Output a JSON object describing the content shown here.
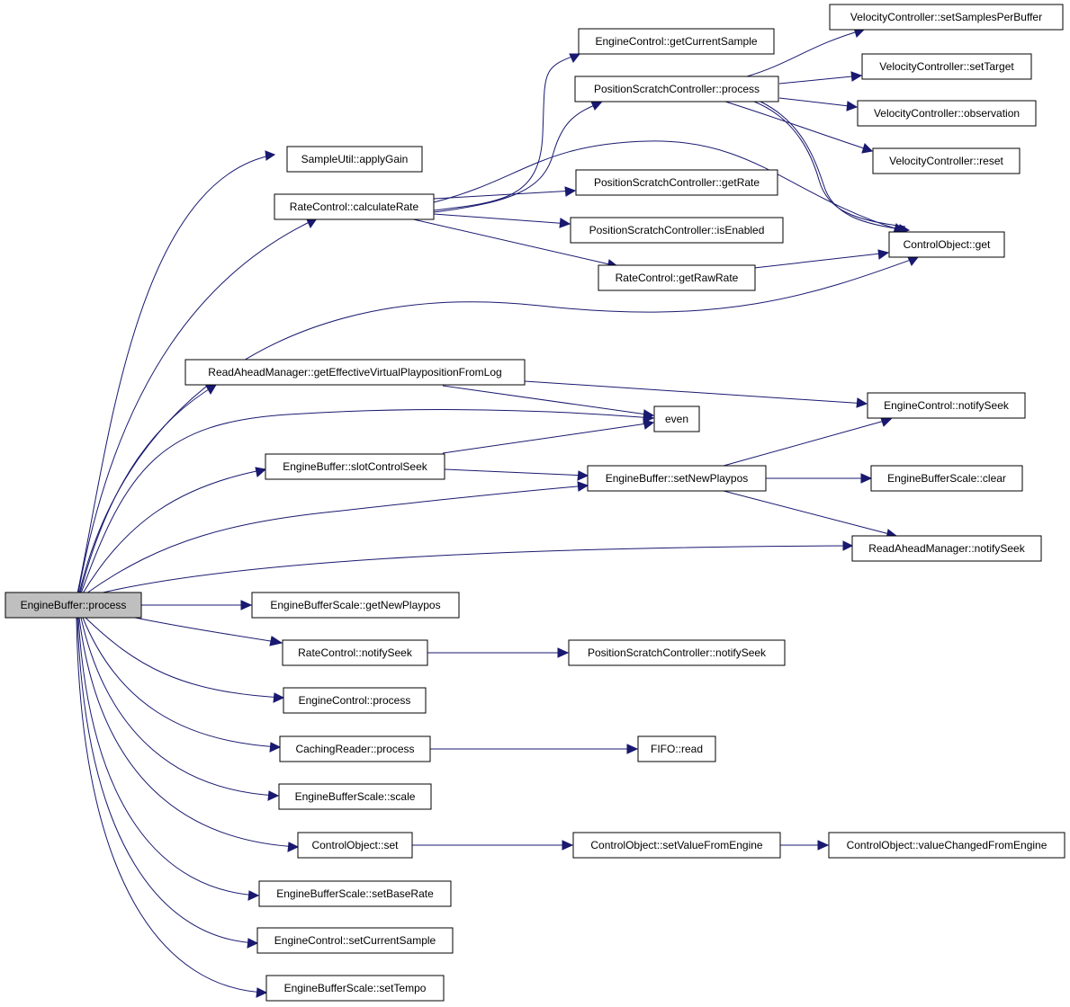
{
  "colors": {
    "edge": "#191970",
    "root_fill": "#bfbfbf",
    "node_fill": "#ffffff",
    "node_stroke": "#000000"
  },
  "nodes": {
    "engine_buffer_process": "EngineBuffer::process",
    "sample_util_apply_gain": "SampleUtil::applyGain",
    "rate_control_calculate_rate": "RateControl::calculateRate",
    "engine_control_get_current_sample": "EngineControl::getCurrentSample",
    "position_scratch_controller_process": "PositionScratchController::process",
    "velocity_controller_set_samples_per_buffer": "VelocityController::setSamplesPerBuffer",
    "velocity_controller_set_target": "VelocityController::setTarget",
    "velocity_controller_observation": "VelocityController::observation",
    "velocity_controller_reset": "VelocityController::reset",
    "position_scratch_controller_get_rate": "PositionScratchController::getRate",
    "position_scratch_controller_is_enabled": "PositionScratchController::isEnabled",
    "control_object_get": "ControlObject::get",
    "rate_control_get_raw_rate": "RateControl::getRawRate",
    "read_ahead_manager_get_effective": "ReadAheadManager::getEffectiveVirtualPlaypositionFromLog",
    "even": "even",
    "engine_control_notify_seek": "EngineControl::notifySeek",
    "engine_buffer_slot_control_seek": "EngineBuffer::slotControlSeek",
    "engine_buffer_set_new_playpos": "EngineBuffer::setNewPlaypos",
    "engine_buffer_scale_clear": "EngineBufferScale::clear",
    "read_ahead_manager_notify_seek": "ReadAheadManager::notifySeek",
    "engine_buffer_scale_get_new_playpos": "EngineBufferScale::getNewPlaypos",
    "rate_control_notify_seek": "RateControl::notifySeek",
    "position_scratch_controller_notify_seek": "PositionScratchController::notifySeek",
    "engine_control_process": "EngineControl::process",
    "caching_reader_process": "CachingReader::process",
    "fifo_read": "FIFO::read",
    "engine_buffer_scale_scale": "EngineBufferScale::scale",
    "control_object_set": "ControlObject::set",
    "control_object_set_value_from_engine": "ControlObject::setValueFromEngine",
    "control_object_value_changed_from_engine": "ControlObject::valueChangedFromEngine",
    "engine_buffer_scale_set_base_rate": "EngineBufferScale::setBaseRate",
    "engine_control_set_current_sample": "EngineControl::setCurrentSample",
    "engine_buffer_scale_set_tempo": "EngineBufferScale::setTempo"
  }
}
